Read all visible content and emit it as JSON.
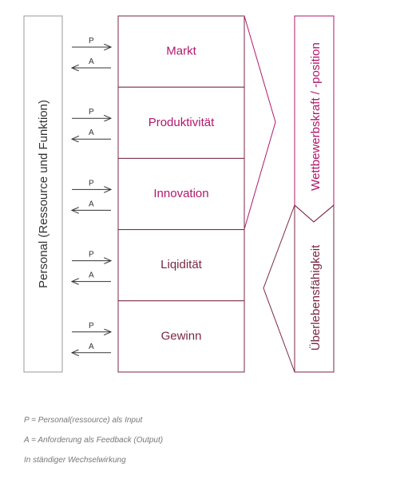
{
  "left_label": "Personal (Ressource und Funktion)",
  "categories": [
    {
      "label": "Markt",
      "color": "#b2176b"
    },
    {
      "label": "Produktivität",
      "color": "#b2176b"
    },
    {
      "label": "Innovation",
      "color": "#b2176b"
    },
    {
      "label": "Liqidität",
      "color": "#7a2745"
    },
    {
      "label": "Gewinn",
      "color": "#7a2745"
    }
  ],
  "arrows": {
    "input_letter": "P",
    "feedback_letter": "A"
  },
  "right_top_label": "Wettbewerbskraft / -position",
  "right_bottom_label": "Überlebensfähigkeit",
  "legend": {
    "line1": "P = Personal(ressource) als Input",
    "line2": "A = Anforderung als Feedback (Output)",
    "line3": "In ständiger Wechselwirkung"
  },
  "colors": {
    "magenta": "#b2176b",
    "dark_red": "#7a2745",
    "grey": "#9a9a9a",
    "text": "#333333"
  }
}
